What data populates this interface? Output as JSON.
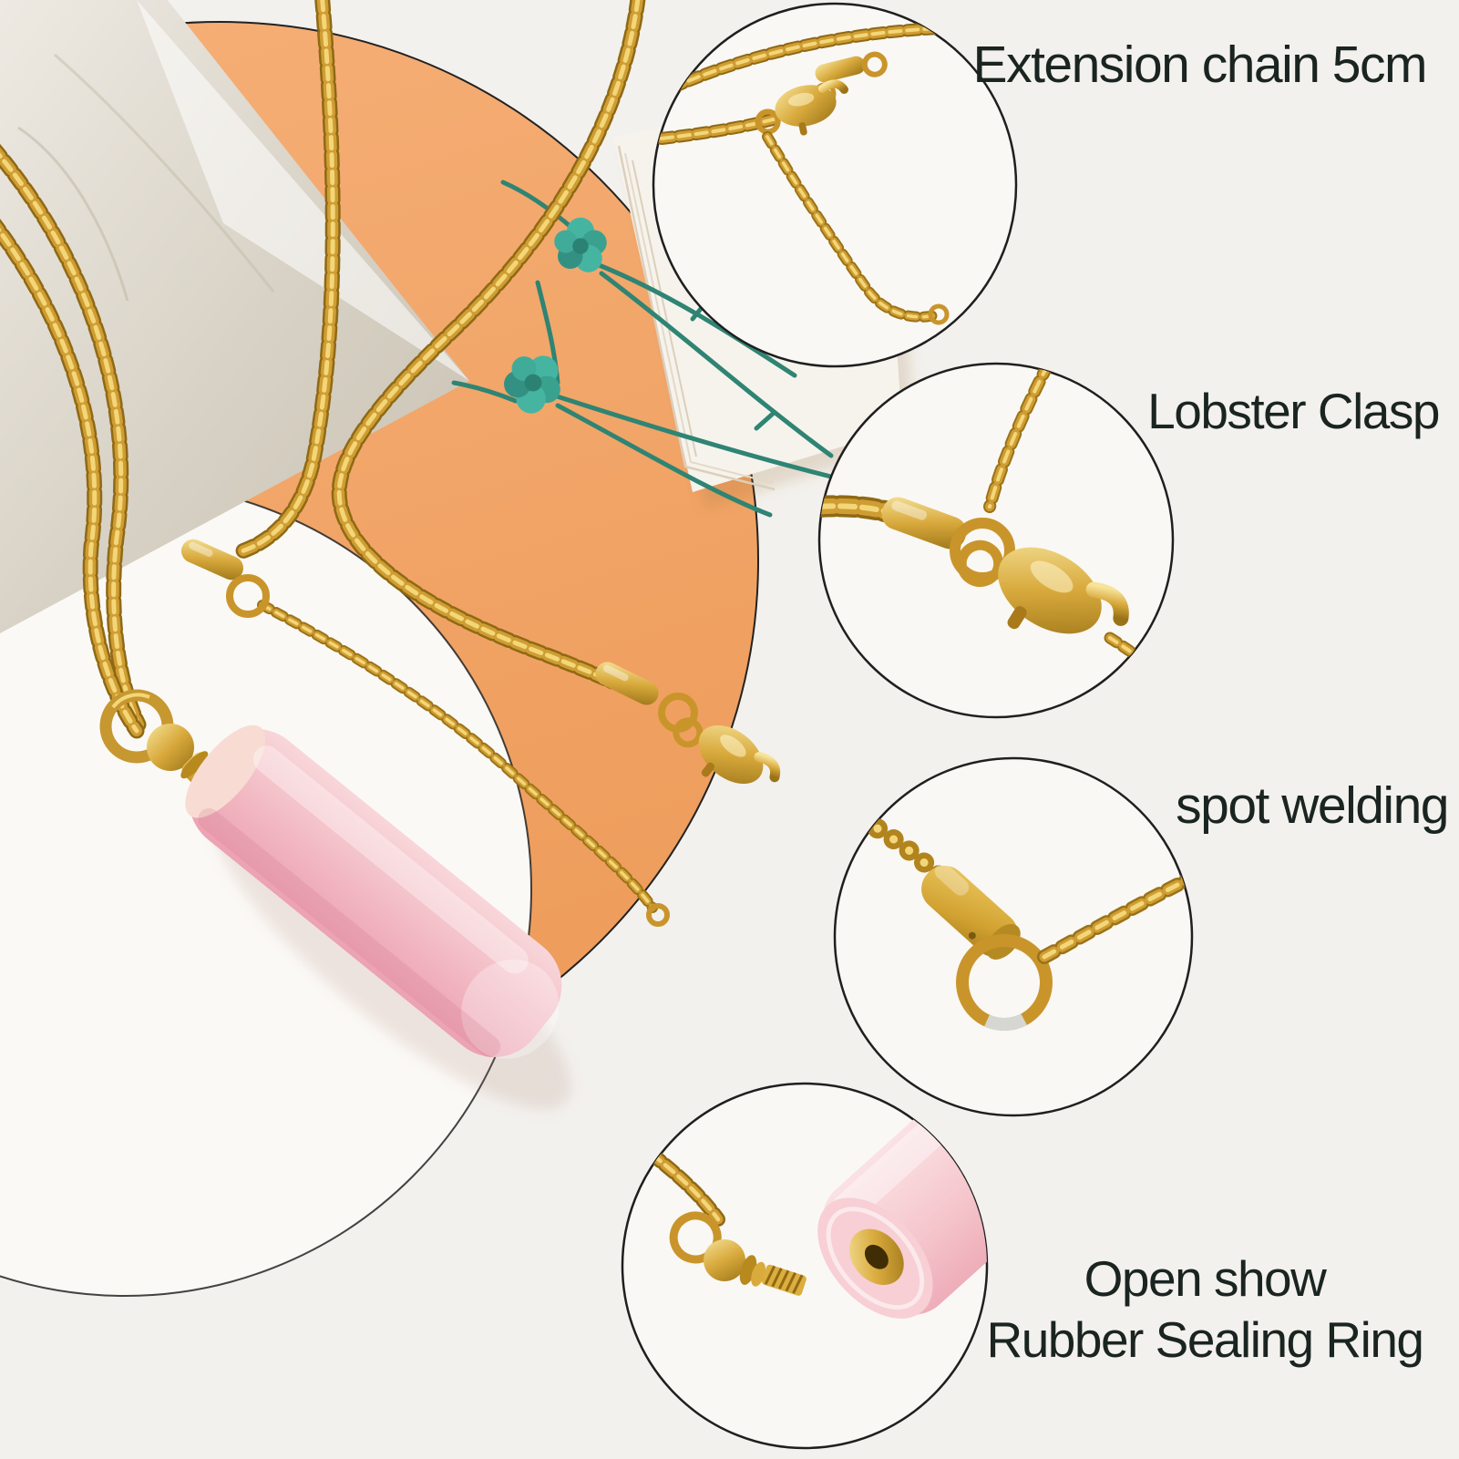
{
  "labels": {
    "extension_chain": "Extension chain 5cm",
    "lobster_clasp": "Lobster Clasp",
    "spot_welding": "spot welding",
    "open_show_line1": "Open show",
    "open_show_line2": "Rubber Sealing Ring"
  },
  "callouts": [
    {
      "name": "extension-chain",
      "label": "Extension chain 5cm"
    },
    {
      "name": "lobster-clasp",
      "label": "Lobster Clasp"
    },
    {
      "name": "spot-welding",
      "label": "spot welding"
    },
    {
      "name": "open-show-rubber-sealing-ring",
      "label": "Open show Rubber Sealing Ring"
    }
  ],
  "colors": {
    "background": "#f3f1ee",
    "plate_white": "#fbf9f6",
    "accent_orange": "#f3a76c",
    "outline": "#1f1f1f",
    "text": "#1a2420",
    "gold": "#c9952b",
    "gold_light": "#f3d678",
    "gold_dark": "#8f6914",
    "crystal_pink": "#f3bdc6",
    "flower_teal": "#3fae9c"
  }
}
